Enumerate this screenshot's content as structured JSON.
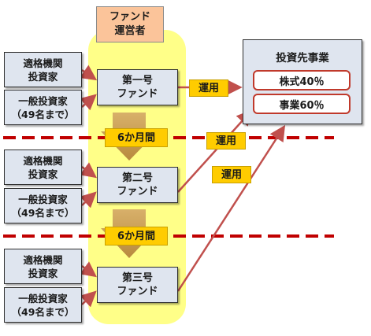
{
  "manager": {
    "line1": "ファンド",
    "line2": "運営者"
  },
  "investors": {
    "qualified_l1": "適格機関",
    "qualified_l2": "投資家",
    "general_l1": "一般投資家",
    "general_l2": "（49名まで）"
  },
  "funds": [
    {
      "line1": "第一号",
      "line2": "ファンド"
    },
    {
      "line1": "第二号",
      "line2": "ファンド"
    },
    {
      "line1": "第三号",
      "line2": "ファンド"
    }
  ],
  "interval_label": "6か月間",
  "operate_label": "運用",
  "target": {
    "title": "投資先事業",
    "stocks": "株式40％",
    "business": "事業60％"
  },
  "colors": {
    "band": "#ffff88",
    "manager": "#fbc49a",
    "box": "#dfe5ef",
    "tag": "#ffcc00",
    "arrow": "#c0504d",
    "divider": "#c00000",
    "down_arrow": "#c8a05a"
  }
}
